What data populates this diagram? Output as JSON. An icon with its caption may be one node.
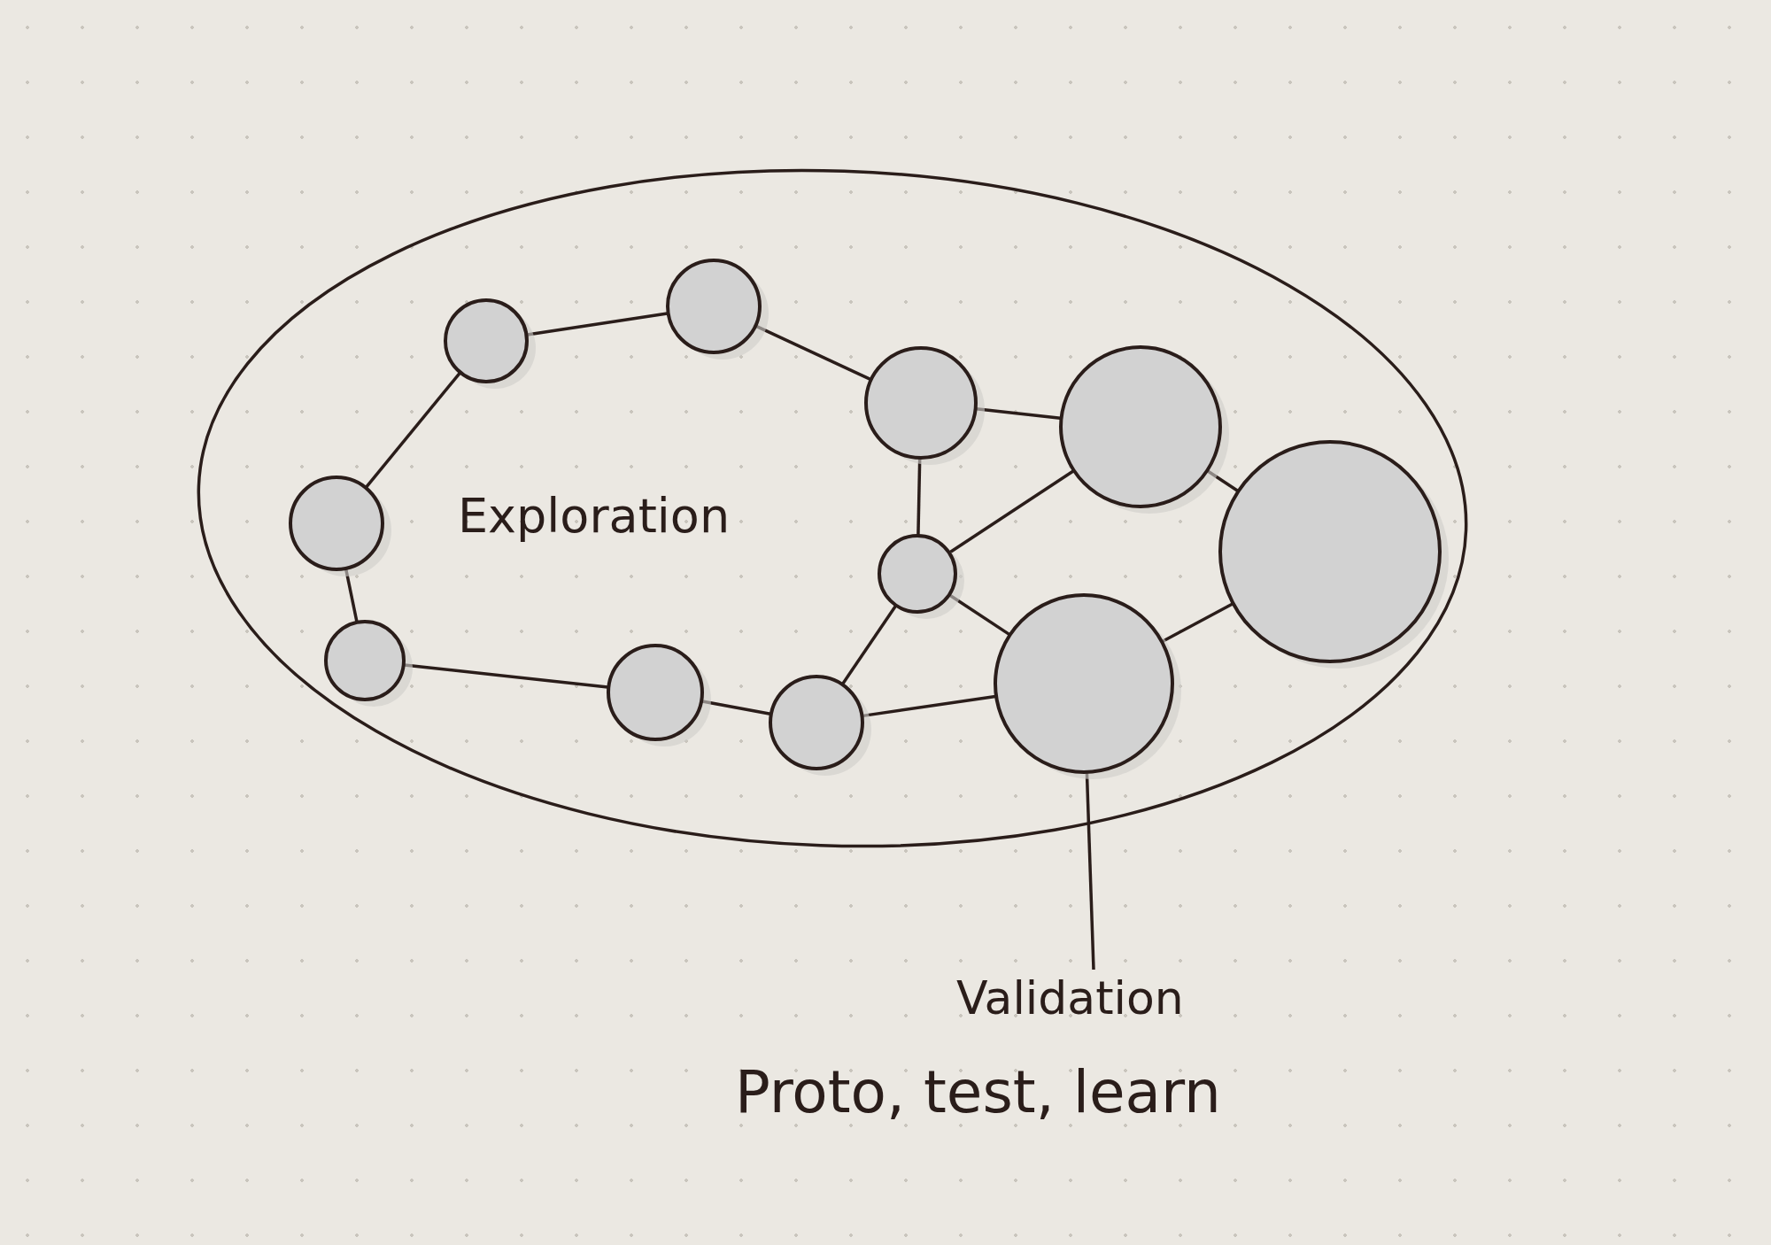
{
  "diagram": {
    "nodes": [
      {
        "text": [
          "Exploration"
        ]
      },
      {
        "text": [],
        "shape": "circle",
        "in": 0
      },
      {
        "text": [],
        "shape": "circle",
        "in": 0
      },
      {
        "text": [],
        "shape": "circle",
        "in": 0
      },
      {
        "text": [],
        "shape": "circle",
        "in": 0
      },
      {
        "text": [],
        "shape": "circle",
        "in": 0
      },
      {
        "text": [],
        "shape": "circle",
        "in": 0
      },
      {
        "text": [],
        "shape": "circle",
        "in": 0
      },
      {
        "text": [],
        "shape": "circle",
        "in": 0
      },
      {
        "text": [],
        "shape": "circle",
        "in": 0
      },
      {
        "text": [],
        "shape": "circle",
        "in": 0
      },
      {
        "text": [],
        "shape": "circle",
        "in": 0
      },
      {
        "text": [
          "Validation",
          "Proto, test, learn"
        ]
      }
    ],
    "edges": [
      {
        "from": 2,
        "to": 1,
        "arrow": "none"
      },
      {
        "from": 1,
        "to": 3,
        "arrow": "none"
      },
      {
        "from": 3,
        "to": 4,
        "arrow": "none"
      },
      {
        "from": 2,
        "to": 5,
        "arrow": "none"
      },
      {
        "from": 5,
        "to": 8,
        "arrow": "none"
      },
      {
        "from": 8,
        "to": 10,
        "arrow": "none"
      },
      {
        "from": 10,
        "to": 11,
        "arrow": "none"
      },
      {
        "from": 11,
        "to": 9,
        "arrow": "none"
      },
      {
        "from": 11,
        "to": 7,
        "arrow": "none"
      },
      {
        "from": 7,
        "to": 3,
        "arrow": "none"
      },
      {
        "from": 7,
        "to": 4,
        "arrow": "none"
      },
      {
        "from": 7,
        "to": 9,
        "arrow": "none"
      },
      {
        "from": 4,
        "to": 6,
        "arrow": "none"
      },
      {
        "from": 6,
        "to": 9,
        "arrow": "none"
      },
      {
        "from": 9,
        "to": 12,
        "arrow": "none"
      }
    ]
  }
}
